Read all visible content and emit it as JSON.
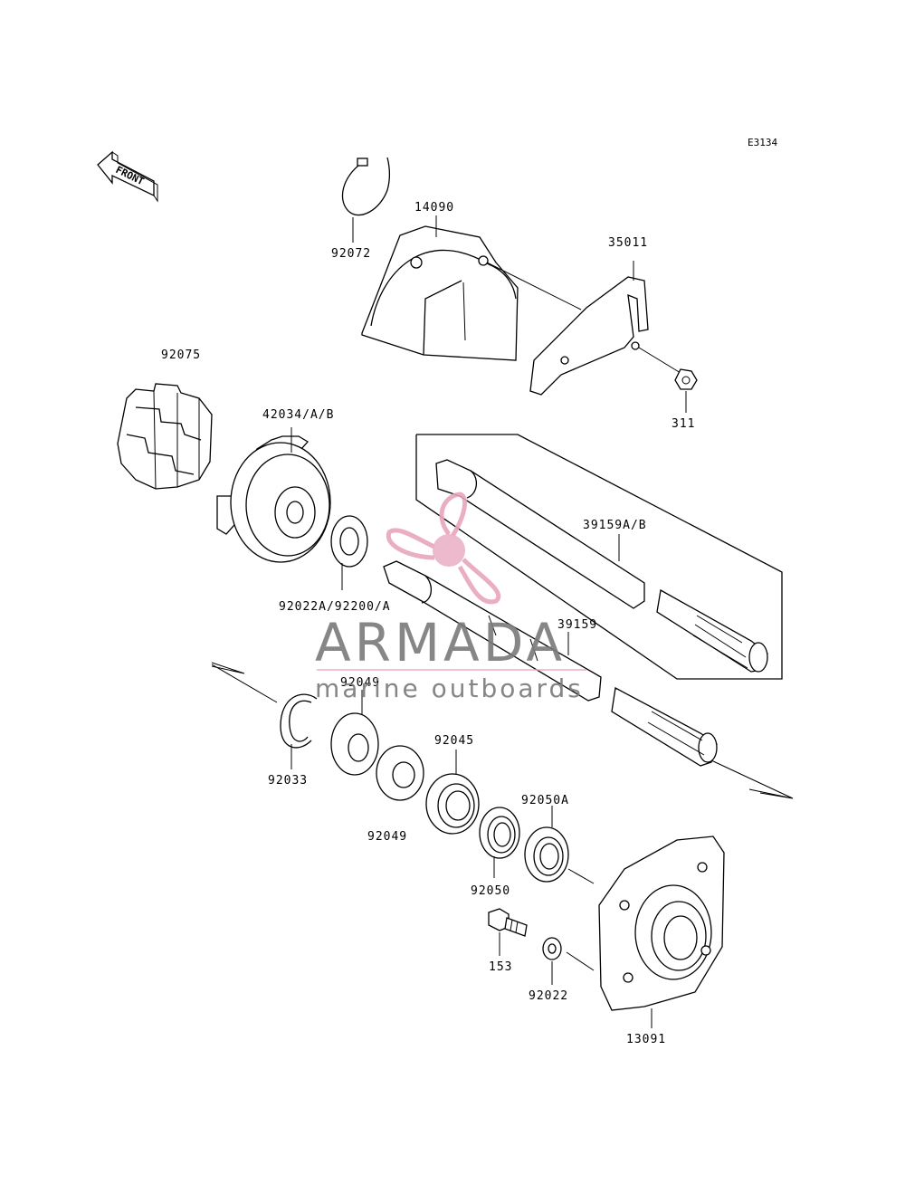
{
  "diagram_code": "E3134",
  "front_label": "FRONT",
  "watermark": {
    "brand": "ARMADA",
    "tagline": "marine outboards",
    "brand_color": "#7a7a7a",
    "accent_color": "#e8a6bd"
  },
  "parts": {
    "p92072": "92072",
    "p14090": "14090",
    "p35011": "35011",
    "p311": "311",
    "p92075": "92075",
    "p42034": "42034/A/B",
    "p92022a": "92022A/92200/A",
    "p39159ab": "39159A/B",
    "p39159": "39159",
    "p92049a": "92049",
    "p92033": "92033",
    "p92049b": "92049",
    "p92045": "92045",
    "p92050a": "92050A",
    "p92050": "92050",
    "p153": "153",
    "p92022": "92022",
    "p13091": "13091"
  }
}
